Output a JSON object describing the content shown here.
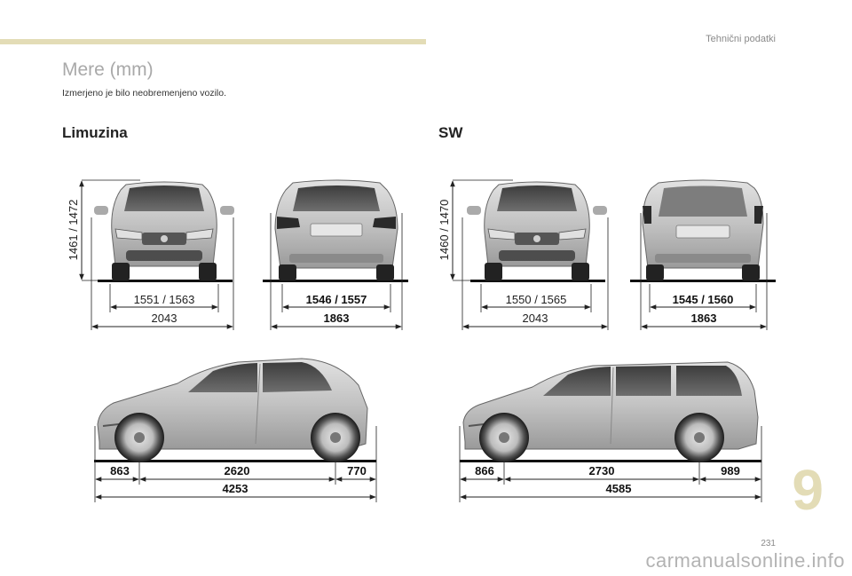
{
  "header": {
    "title": "Tehnični podatki"
  },
  "page": {
    "title": "Mere (mm)",
    "intro": "Izmerjeno je bilo neobremenjeno vozilo.",
    "chapter": "9",
    "number": "231"
  },
  "sections": {
    "limuzina": "Limuzina",
    "sw": "SW"
  },
  "limuzina": {
    "height": "1461 / 1472",
    "front_track": "1551 / 1563",
    "front_width": "2043",
    "rear_track": "1546 / 1557",
    "rear_width": "1863",
    "front_overhang": "863",
    "wheelbase": "2620",
    "rear_overhang": "770",
    "length": "4253"
  },
  "sw": {
    "height": "1460 / 1470",
    "front_track": "1550 / 1565",
    "front_width": "2043",
    "rear_track": "1545 / 1560",
    "rear_width": "1863",
    "front_overhang": "866",
    "wheelbase": "2730",
    "rear_overhang": "989",
    "length": "4585"
  },
  "watermark": "carmanualsonline.info",
  "colors": {
    "accent": "#e3dcb6",
    "car_body": "#c4c4c4"
  }
}
